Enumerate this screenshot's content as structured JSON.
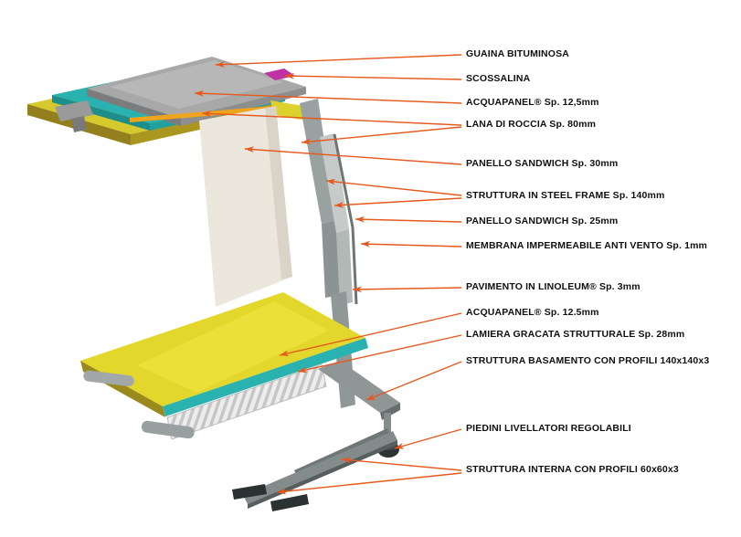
{
  "figure": {
    "type": "technical-cutaway-diagram",
    "subject": "Modular wall and floor construction assembly with material callouts"
  },
  "labels": [
    {
      "id": "guaina-bituminosa",
      "text": "GUAINA BITUMINOSA"
    },
    {
      "id": "scossalina",
      "text": "SCOSSALINA"
    },
    {
      "id": "acquapanel-roof",
      "text": "ACQUAPANEL® Sp. 12,5mm"
    },
    {
      "id": "lana-di-roccia",
      "text": "LANA DI ROCCIA Sp. 80mm"
    },
    {
      "id": "panello-sandwich-30",
      "text": "PANELLO SANDWICH Sp. 30mm"
    },
    {
      "id": "struttura-steel-frame",
      "text": "STRUTTURA IN STEEL FRAME Sp. 140mm"
    },
    {
      "id": "panello-sandwich-25",
      "text": "PANELLO SANDWICH Sp. 25mm"
    },
    {
      "id": "membrana-impermeabile",
      "text": "MEMBRANA IMPERMEABILE ANTI VENTO Sp. 1mm"
    },
    {
      "id": "pavimento-linoleum",
      "text": "PAVIMENTO IN LINOLEUM® Sp. 3mm"
    },
    {
      "id": "acquapanel-floor",
      "text": "ACQUAPANEL® Sp. 12.5mm"
    },
    {
      "id": "lamiera-grecata",
      "text": "LAMIERA GRACATA STRUTTURALE Sp. 28mm"
    },
    {
      "id": "struttura-basamento",
      "text": "STRUTTURA BASAMENTO CON PROFILI 140x140x3"
    },
    {
      "id": "piedini-livellatori",
      "text": "PIEDINI LIVELLATORI REGOLABILI"
    },
    {
      "id": "struttura-interna",
      "text": "STRUTTURA INTERNA CON PROFILI 60x60x3"
    }
  ],
  "colors": {
    "arrow_orange": "#e6591d",
    "roof_slab_gray": "#a8a8a8",
    "teal_panel": "#29b2af",
    "rock_wool_yellow": "#ddd12c",
    "floor_yellow": "#e4d72c",
    "scossalina_magenta": "#bf31a5",
    "acquapanel_edge_orange": "#f0a41c",
    "wall_face_cream": "#ebe7dd",
    "steel_gray": "#99a1a1",
    "dark_profile": "#2c3232",
    "background": "#ffffff"
  }
}
